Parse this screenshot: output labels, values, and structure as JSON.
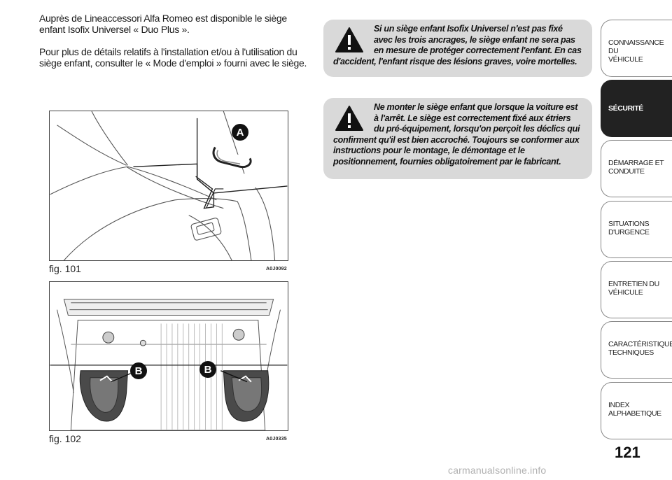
{
  "paragraphs": {
    "p1": "Auprès de Lineaccessori Alfa Romeo est disponible le siège enfant Isofix Universel « Duo Plus ».",
    "p2": "Pour plus de détails relatifs à l'installation et/ou à l'utilisation du siège enfant, consulter le « Mode d'emploi » fourni avec le siège."
  },
  "warnings": [
    {
      "icon": "warning-triangle-icon",
      "text": "Si un siège enfant Isofix Universel n'est pas fixé avec les trois ancrages, le siège enfant ne sera pas en mesure de protéger correctement l'enfant. En cas d'accident, l'enfant risque des lésions graves, voire mortelles."
    },
    {
      "icon": "warning-triangle-icon",
      "text": "Ne monter le siège enfant que lorsque la voiture est à l'arrêt. Le siège est correctement fixé aux étriers du pré-équipement, lorsqu'on perçoit les déclics qui confirment qu'il est bien accroché. Toujours se conformer aux instructions pour le montage, le démontage et le positionnement, fournies obligatoirement par le fabricant."
    }
  ],
  "figures": [
    {
      "caption": "fig. 101",
      "code": "A0J0092",
      "callout": "A"
    },
    {
      "caption": "fig. 102",
      "code": "A0J0335",
      "callout": "B"
    }
  ],
  "sidebar": {
    "tabs": [
      {
        "label": "CONNAISSANCE DU\nVÉHICULE",
        "active": false
      },
      {
        "label": "SÉCURITÉ",
        "active": true
      },
      {
        "label": "DÉMARRAGE ET\nCONDUITE",
        "active": false
      },
      {
        "label": "SITUATIONS\nD'URGENCE",
        "active": false
      },
      {
        "label": "ENTRETIEN DU\nVÉHICULE",
        "active": false
      },
      {
        "label": "CARACTÉRISTIQUES\nTECHNIQUES",
        "active": false
      },
      {
        "label": "INDEX\nALPHABETIQUE",
        "active": false
      }
    ]
  },
  "page_number": "121",
  "watermark": "carmanualsonline.info",
  "colors": {
    "warning_bg": "#d9d9d9",
    "active_tab": "#222222",
    "text": "#1a1a1a"
  }
}
